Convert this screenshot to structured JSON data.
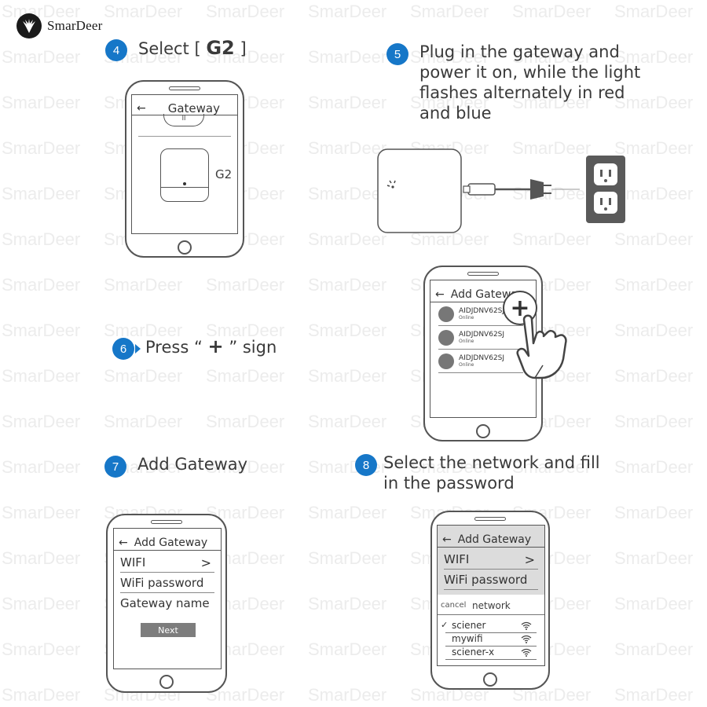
{
  "brand": {
    "name": "SmarDeer",
    "watermark": "SmarDeer"
  },
  "steps": {
    "s4": {
      "num": "4",
      "text": "Select [",
      "emph": "G2",
      "close": "]"
    },
    "s5": {
      "num": "5",
      "line1": "Plug in the gateway and",
      "line2": "power it on, while the light",
      "line3": "flashes alternately in red",
      "line4": "and blue"
    },
    "s6": {
      "num": "6",
      "pre": "Press “",
      "sym": "+",
      "post": "” sign"
    },
    "s7": {
      "num": "7",
      "text": "Add Gateway"
    },
    "s8": {
      "num": "8",
      "line1": "Select the network and fill",
      "line2": "in the password"
    }
  },
  "phone_g2": {
    "title": "Gateway",
    "device_label": "G2",
    "back": "←",
    "pause": "II"
  },
  "phone_gwlist": {
    "title": "Add Gateway",
    "back": "←",
    "plus": "+",
    "items": [
      {
        "name": "AIDJDNV62SJ",
        "status": "Online"
      },
      {
        "name": "AIDJDNV62SJ",
        "status": "Online"
      },
      {
        "name": "AIDJDNV62SJ",
        "status": "Online"
      }
    ]
  },
  "phone_add": {
    "title": "Add Gateway",
    "back": "←",
    "wifi": "WIFI",
    "chevron": ">",
    "password": "WiFi password",
    "gwname": "Gateway name",
    "next": "Next"
  },
  "phone_net": {
    "title": "Add Gateway",
    "back": "←",
    "wifi": "WIFI",
    "chevron": ">",
    "password": "WiFi password",
    "cancel": "cancel",
    "network": "network",
    "check": "✓",
    "networks": [
      "sciener",
      "mywifi",
      "sciener-x"
    ]
  },
  "colors": {
    "accent": "#1677c8",
    "line": "#555555",
    "outlet": "#5a5a5a"
  },
  "icons": [
    "deer-logo-icon",
    "back-arrow-icon",
    "chevron-right-icon",
    "plus-icon",
    "hand-pointer-icon",
    "wifi-icon",
    "check-icon",
    "power-plug-icon",
    "wall-outlet-icon",
    "gateway-device-icon"
  ]
}
